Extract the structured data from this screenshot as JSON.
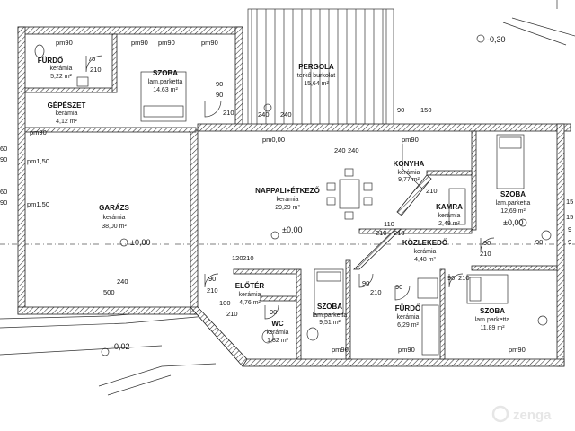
{
  "rooms": [
    {
      "name": "FÜRDŐ",
      "material": "kerámia",
      "area": "5,22 m²"
    },
    {
      "name": "SZOBA",
      "material": "lam.parketta",
      "area": "14,63 m²"
    },
    {
      "name": "PERGOLA",
      "material": "terkő burkolat",
      "area": "15,64 m²"
    },
    {
      "name": "GÉPÉSZET",
      "material": "kerámia",
      "area": "4,12 m²"
    },
    {
      "name": "GARÁZS",
      "material": "kerámia",
      "area": "38,00 m²"
    },
    {
      "name": "NAPPALI+ÉTKEZŐ",
      "material": "kerámia",
      "area": "29,29 m²"
    },
    {
      "name": "KONYHA",
      "material": "kerámia",
      "area": "9,77 m²"
    },
    {
      "name": "KAMRA",
      "material": "kerámia",
      "area": "2,49 m²"
    },
    {
      "name": "SZOBA",
      "material": "lam.parketta",
      "area": "12,69 m²"
    },
    {
      "name": "KÖZLEKEDŐ",
      "material": "kerámia",
      "area": "4,48 m²"
    },
    {
      "name": "ELŐTÉR",
      "material": "kerámia",
      "area": "4,76 m²"
    },
    {
      "name": "WC",
      "material": "kerámia",
      "area": "1,82 m²"
    },
    {
      "name": "SZOBA",
      "material": "lam.parketta",
      "area": "9,51 m²"
    },
    {
      "name": "FÜRDŐ",
      "material": "kerámia",
      "area": "6,29 m²"
    },
    {
      "name": "SZOBA",
      "material": "lam.parketta",
      "area": "11,89 m²"
    }
  ],
  "levels": [
    "-0,30",
    "±0,00",
    "±0,00",
    "±0,00",
    "-0,02"
  ],
  "dims": [
    "pm90",
    "pm90",
    "pm90",
    "pm90",
    "pm90",
    "75",
    "210",
    "90",
    "90",
    "210",
    "240",
    "240",
    "90",
    "150",
    "pm0,00",
    "pm90",
    "240",
    "240",
    "210",
    "210",
    "110",
    "210",
    "90",
    "210",
    "90",
    "210",
    "120",
    "210",
    "90",
    "210",
    "90",
    "100",
    "210",
    "90",
    "210",
    "90",
    "90",
    "240",
    "500",
    "60",
    "90",
    "60",
    "90",
    "pm1,50",
    "pm1,50",
    "15",
    "15",
    "9",
    "9",
    "pm90",
    "pm90",
    "pm90"
  ],
  "watermark": "zenga"
}
